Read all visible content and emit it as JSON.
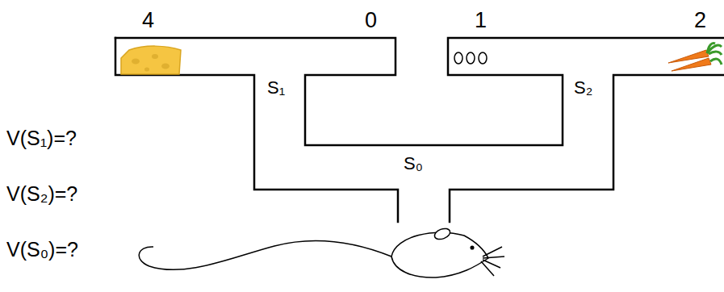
{
  "diagram": {
    "labels": [
      "4",
      "0",
      "1",
      "2",
      "S₁",
      "S₂",
      "S₀",
      "V(S₁)=?",
      "V(S₂)=?",
      "V(S₀)=?"
    ]
  }
}
